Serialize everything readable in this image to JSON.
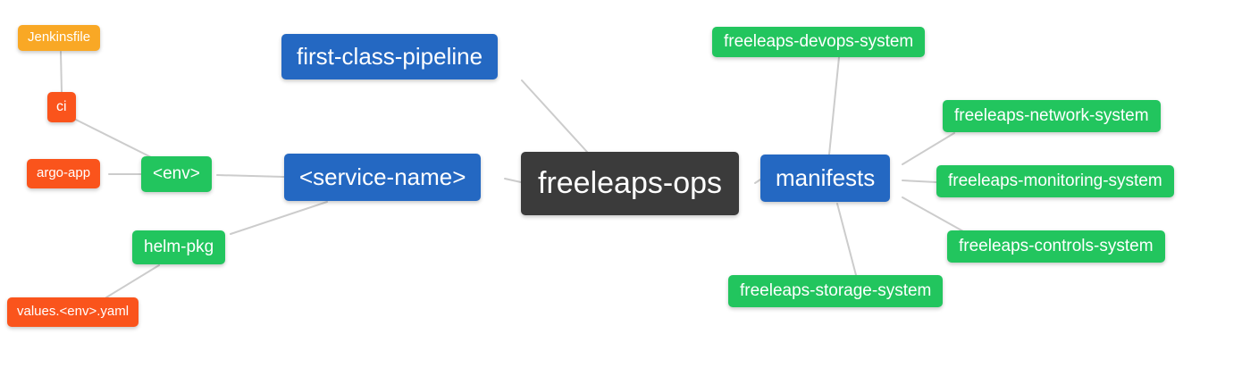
{
  "diagram": {
    "type": "mindmap",
    "root_label": "freeleaps-ops",
    "colors": {
      "blue": "#2468C2",
      "green": "#22C55E",
      "orange": "#F9A825",
      "red": "#FA541C",
      "dark": "#3B3B3B",
      "edge": "#CCCCCC",
      "text": "#FFFFFF",
      "background": "#FFFFFF"
    },
    "nodes": [
      {
        "id": "jenkinsfile",
        "label": "Jenkinsfile",
        "color": "orange"
      },
      {
        "id": "ci",
        "label": "ci",
        "color": "red"
      },
      {
        "id": "argo-app",
        "label": "argo-app",
        "color": "red"
      },
      {
        "id": "env",
        "label": "<env>",
        "color": "green"
      },
      {
        "id": "helm-pkg",
        "label": "helm-pkg",
        "color": "green"
      },
      {
        "id": "values-env-yaml",
        "label": "values.<env>.yaml",
        "color": "red"
      },
      {
        "id": "first-class-pipeline",
        "label": "first-class-pipeline",
        "color": "blue"
      },
      {
        "id": "service-name",
        "label": "<service-name>",
        "color": "blue"
      },
      {
        "id": "freeleaps-ops",
        "label": "freeleaps-ops",
        "color": "dark"
      },
      {
        "id": "manifests",
        "label": "manifests",
        "color": "blue"
      },
      {
        "id": "freeleaps-devops-system",
        "label": "freeleaps-devops-system",
        "color": "green"
      },
      {
        "id": "freeleaps-network-system",
        "label": "freeleaps-network-system",
        "color": "green"
      },
      {
        "id": "freeleaps-monitoring-system",
        "label": "freeleaps-monitoring-system",
        "color": "green"
      },
      {
        "id": "freeleaps-controls-system",
        "label": "freeleaps-controls-system",
        "color": "green"
      },
      {
        "id": "freeleaps-storage-system",
        "label": "freeleaps-storage-system",
        "color": "green"
      }
    ],
    "edges": [
      {
        "from": "Jenkinsfile",
        "to": "ci"
      },
      {
        "from": "ci",
        "to": "<env>"
      },
      {
        "from": "argo-app",
        "to": "<env>"
      },
      {
        "from": "<env>",
        "to": "<service-name>"
      },
      {
        "from": "helm-pkg",
        "to": "<service-name>"
      },
      {
        "from": "values.<env>.yaml",
        "to": "helm-pkg"
      },
      {
        "from": "first-class-pipeline",
        "to": "freeleaps-ops"
      },
      {
        "from": "<service-name>",
        "to": "freeleaps-ops"
      },
      {
        "from": "freeleaps-ops",
        "to": "manifests"
      },
      {
        "from": "manifests",
        "to": "freeleaps-devops-system"
      },
      {
        "from": "manifests",
        "to": "freeleaps-network-system"
      },
      {
        "from": "manifests",
        "to": "freeleaps-monitoring-system"
      },
      {
        "from": "manifests",
        "to": "freeleaps-controls-system"
      },
      {
        "from": "manifests",
        "to": "freeleaps-storage-system"
      }
    ]
  }
}
